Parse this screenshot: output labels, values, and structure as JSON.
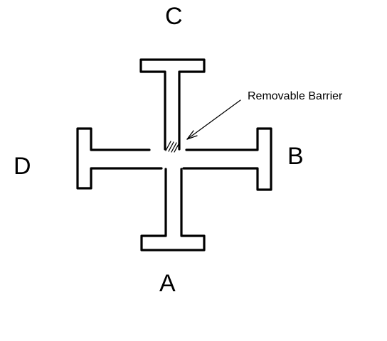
{
  "labels": {
    "top": "C",
    "right": "B",
    "bottom": "A",
    "left": "D"
  },
  "annotation": {
    "text": "Removable Barrier"
  },
  "colors": {
    "ink": "#000000",
    "background": "#ffffff"
  }
}
